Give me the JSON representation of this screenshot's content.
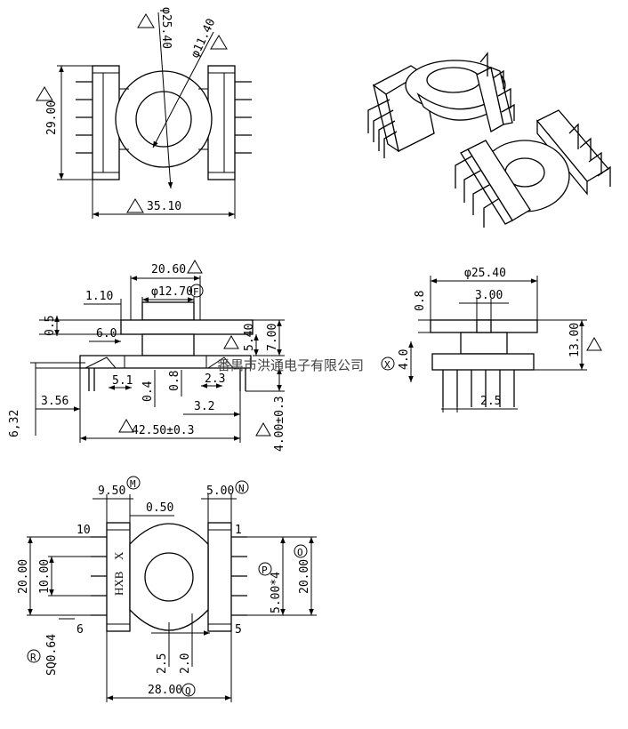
{
  "top_view": {
    "dims": {
      "outer_diameter": "φ25.40",
      "inner_diameter": "φ11.40",
      "height": "29.00",
      "width": "35.10"
    }
  },
  "front_view": {
    "dims": {
      "top_width": "20.60",
      "center_diameter": "φ12.70",
      "left_offset": "1.10",
      "flange": "0.5",
      "step": "6.0",
      "h540": "5.40",
      "h700": "7.00",
      "d51": "5.1",
      "d04": "0.4",
      "d08": "0.8",
      "d23": "2.3",
      "d356": "3.56",
      "d32": "3.2",
      "d632": "6,32",
      "overall": "42.50±0.3",
      "pin_len": "4.00±0.3"
    },
    "markers": {
      "center": "F"
    }
  },
  "side_view": {
    "dims": {
      "diameter": "φ25.40",
      "gap": "3.00",
      "d08": "0.8",
      "height": "13.00",
      "base": "4.0",
      "pitch": "2.5"
    },
    "markers": {
      "base": "X"
    }
  },
  "bottom_view": {
    "dims": {
      "d950": "9.50",
      "d050": "0.50",
      "d500": "5.00",
      "h2000l": "20.00",
      "h1000": "10.00",
      "h2000r": "20.00",
      "pitch4": "5.00*4",
      "d25": "2.5",
      "d20": "2.0",
      "width": "28.00",
      "pin_size": "SQ0.64"
    },
    "pins": {
      "p10": "10",
      "p1": "1",
      "p6": "6",
      "p5": "5"
    },
    "markings": {
      "brand": "HXB",
      "x": "X"
    },
    "markers": {
      "m": "M",
      "n": "N",
      "o": "O",
      "p": "P",
      "q": "Q",
      "r": "R"
    }
  },
  "watermark": "番禺市洪通电子有限公司"
}
